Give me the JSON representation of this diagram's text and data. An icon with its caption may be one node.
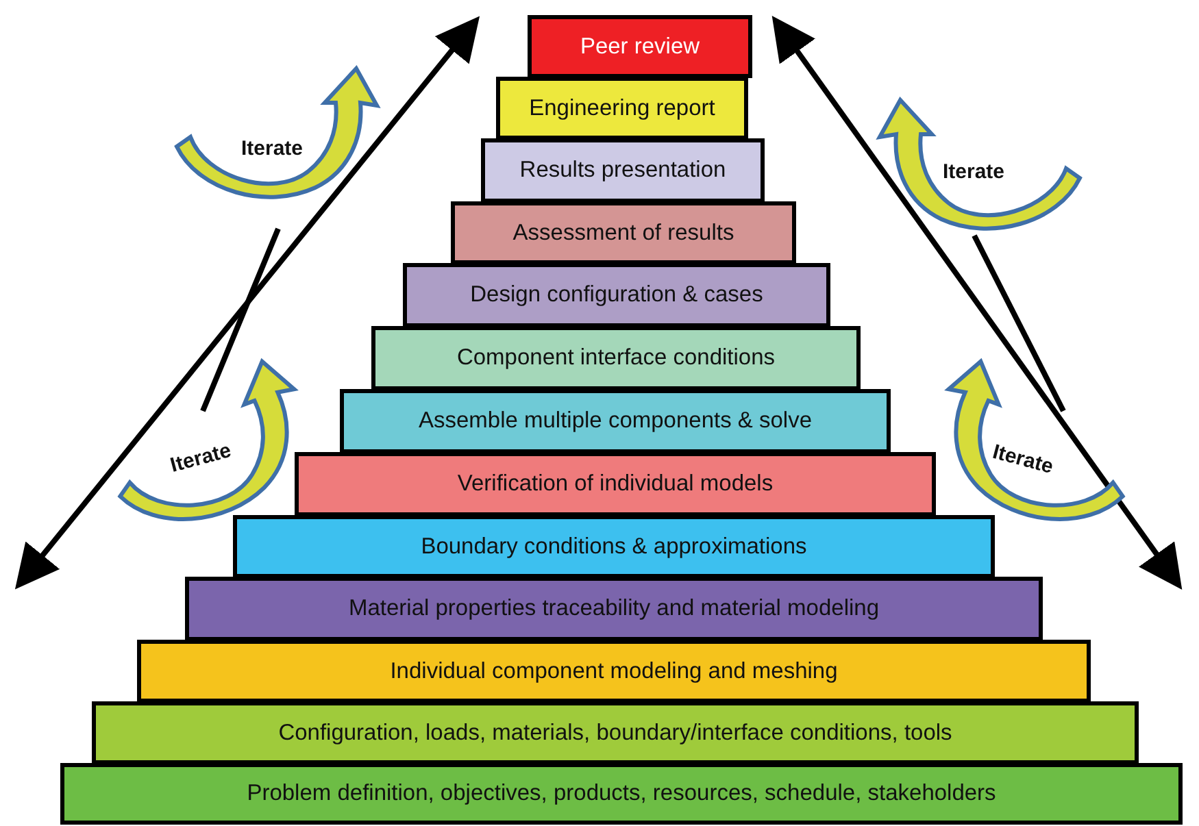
{
  "diagram": {
    "nodes": [
      {
        "text": [
          "Peer review"
        ]
      },
      {
        "text": [
          "Engineering report"
        ]
      },
      {
        "text": [
          "Results presentation"
        ]
      },
      {
        "text": [
          "Assessment of results"
        ]
      },
      {
        "text": [
          "Design configuration & cases"
        ]
      },
      {
        "text": [
          "Component interface conditions"
        ]
      },
      {
        "text": [
          "Assemble multiple components & solve"
        ]
      },
      {
        "text": [
          "Verification of individual models"
        ]
      },
      {
        "text": [
          "Boundary conditions & approximations"
        ]
      },
      {
        "text": [
          "Material properties traceability and material modeling"
        ]
      },
      {
        "text": [
          "Individual component modeling and meshing"
        ]
      },
      {
        "text": [
          "Configuration, loads, materials, boundary/interface conditions, tools"
        ]
      },
      {
        "text": [
          "Problem definition, objectives, products, resources, schedule, stakeholders"
        ]
      }
    ],
    "labels": [
      "Iterate",
      "Iterate",
      "Iterate",
      "Iterate"
    ]
  }
}
